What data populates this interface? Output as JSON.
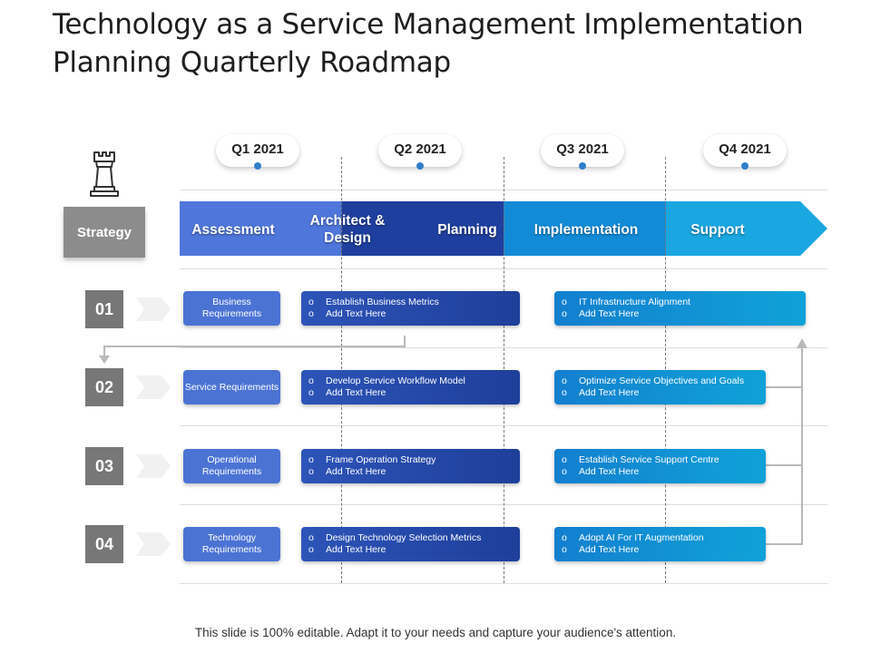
{
  "title": "Technology as a Service Management Implementation Planning Quarterly Roadmap",
  "quarters": [
    "Q1 2021",
    "Q2 2021",
    "Q3 2021",
    "Q4 2021"
  ],
  "strategy_label": "Strategy",
  "phases": [
    "Assessment",
    "Architect & Design",
    "Planning",
    "Implementation",
    "Support"
  ],
  "rows": [
    {
      "number": "01",
      "requirement": "Business Requirements",
      "task_a": {
        "bullet": "o",
        "items": [
          "Establish Business Metrics",
          "Add Text Here"
        ]
      },
      "task_b": {
        "bullet": "o",
        "items": [
          "IT Infrastructure Alignment",
          "Add Text Here"
        ]
      }
    },
    {
      "number": "02",
      "requirement": "Service Requirements",
      "task_a": {
        "bullet": "o",
        "items": [
          "Develop Service Workflow Model",
          "Add Text Here"
        ]
      },
      "task_b": {
        "bullet": "o",
        "items": [
          "Optimize Service Objectives and Goals",
          "Add Text Here"
        ]
      }
    },
    {
      "number": "03",
      "requirement": "Operational Requirements",
      "task_a": {
        "bullet": "o",
        "items": [
          "Frame Operation Strategy",
          "Add Text Here"
        ]
      },
      "task_b": {
        "bullet": "o",
        "items": [
          "Establish Service Support Centre",
          "Add Text Here"
        ]
      }
    },
    {
      "number": "04",
      "requirement": "Technology Requirements",
      "task_a": {
        "bullet": "o",
        "items": [
          "Design Technology Selection Metrics",
          "Add Text Here"
        ]
      },
      "task_b": {
        "bullet": "o",
        "items": [
          "Adopt AI For IT  Augmentation",
          "Add Text Here"
        ]
      }
    }
  ],
  "footer": "This slide is 100% editable. Adapt it to your needs and capture your audience's attention.",
  "icons": {
    "strategy": "chess-rook-icon",
    "row_arrow": "chevron-right-icon"
  },
  "colors": {
    "phase_light": "#4f76da",
    "phase_dark": "#1f3f9e",
    "phase_cyan": "#1aa6e0",
    "requirement_box": "#4b73d4",
    "number_box": "#777777",
    "quarter_dot": "#2f7ec8"
  }
}
